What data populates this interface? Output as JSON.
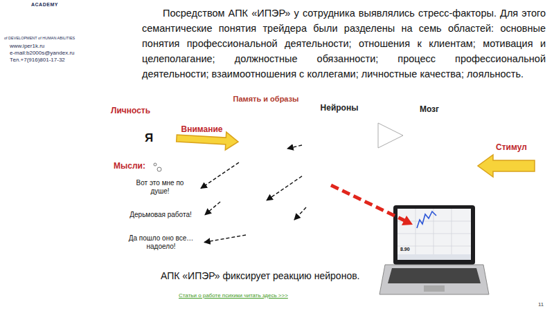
{
  "diagram": {
    "caption": "АПК «ИПЭР» фиксирует реакцию нейронов.",
    "nodes": [
      {
        "text": [
          "Личность",
          "Я"
        ]
      },
      {
        "text": [
          "Вот это мне по душе!"
        ]
      },
      {
        "text": [
          "Дерьмовая работа!"
        ]
      },
      {
        "text": [
          "Да пошло оно все… надоело!"
        ]
      },
      {
        "text": [
          "Память и образы"
        ]
      },
      {
        "text": [
          "Нейроны"
        ]
      },
      {
        "text": [
          "Мозг"
        ]
      }
    ],
    "edges": [
      {
        "from": 0,
        "to": 4,
        "arrow": "to",
        "label": "Внимание"
      },
      {
        "from": 4,
        "to": 1,
        "arrow": "to"
      },
      {
        "from": 4,
        "to": 2,
        "arrow": "to"
      },
      {
        "from": 4,
        "to": 3,
        "arrow": "to"
      },
      {
        "from": 5,
        "to": 4,
        "arrow": "to"
      },
      {
        "from": 5,
        "to": 4,
        "arrow": "to"
      },
      {
        "from": 5,
        "to": 4,
        "arrow": "to"
      }
    ],
    "labels": [
      "ACADEMY",
      "of DEVELOPMENT of HUMAN ABILITIES",
      "www.iper1k.ru",
      "e-mail:b2000s@yandex.ru",
      "Тел.+7(916)801-17-32",
      "Посредством АПК «ИПЭР» у сотрудника выявлялись стресс-факторы. Для этого семантические понятия трейдера были разделены на семь областей: основные понятия профессиональной деятельности; отношения к клиентам; мотивация и целеполагание; должностные обязанности; процесс профессиональной деятельности; взаимоотношения с коллегами; личностные качества; лояльность.",
      "Мысли:",
      "Стимул",
      "8.90",
      "Статьи о работе психики читать здесь >>>",
      "11"
    ]
  }
}
